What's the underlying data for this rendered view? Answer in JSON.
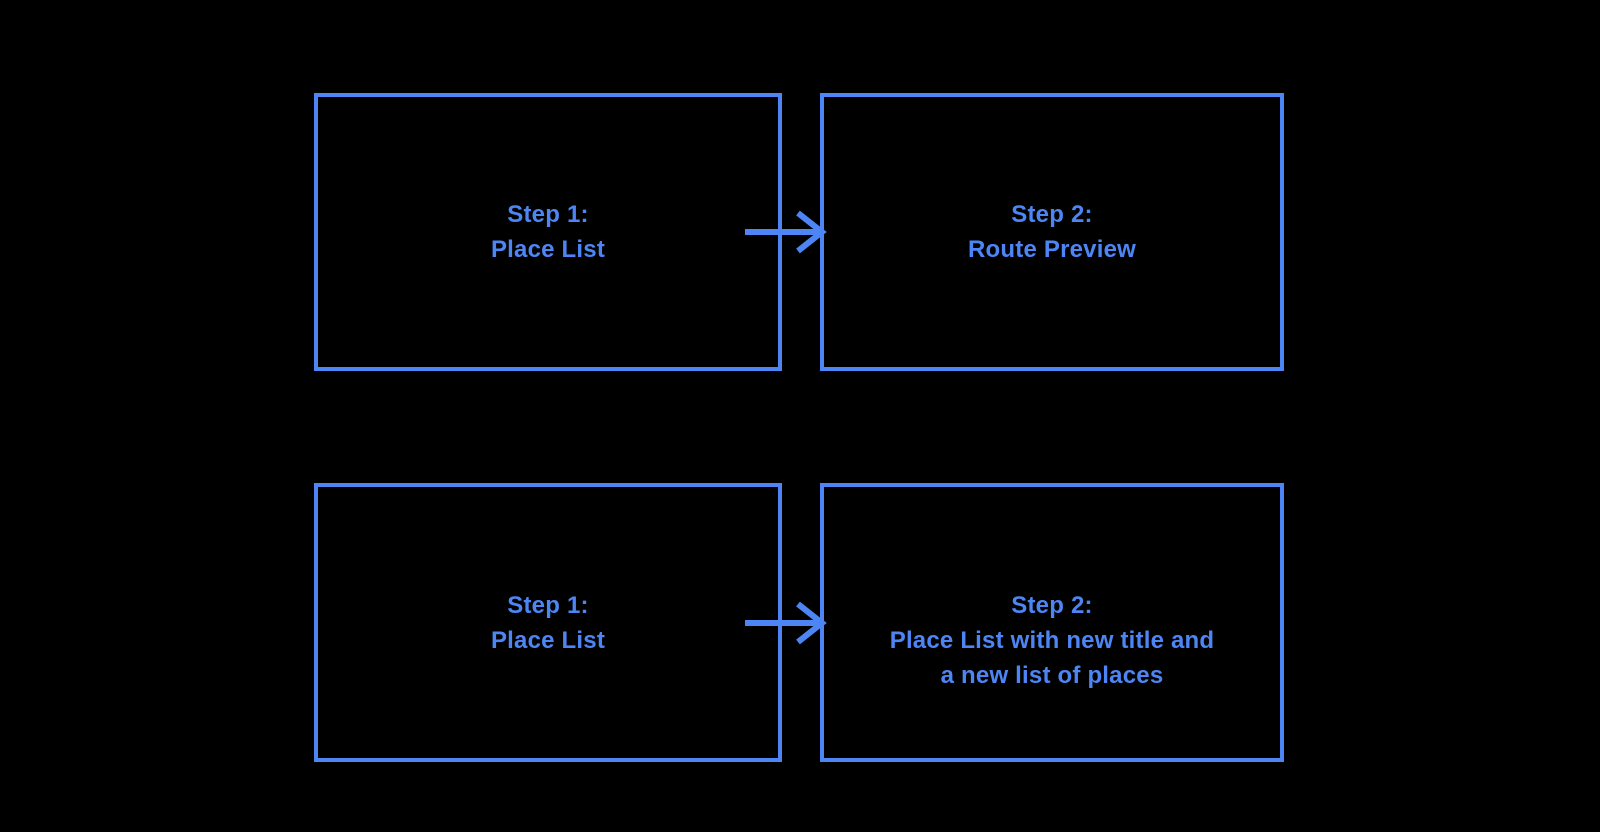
{
  "colors": {
    "accent": "#4d86f4",
    "bg": "#000000"
  },
  "diagram": {
    "boxes": [
      {
        "id": "row1-step1",
        "lines": [
          "Step 1:",
          "Place List"
        ]
      },
      {
        "id": "row1-step2",
        "lines": [
          "Step 2:",
          "Route Preview"
        ]
      },
      {
        "id": "row2-step1",
        "lines": [
          "Step 1:",
          "Place List"
        ]
      },
      {
        "id": "row2-step2",
        "lines": [
          "Step 2:",
          "Place List with new title and",
          "a new list of places"
        ]
      }
    ],
    "arrows": [
      {
        "from": "row1-step1",
        "to": "row1-step2",
        "direction": "right"
      },
      {
        "from": "row2-step1",
        "to": "row2-step2",
        "direction": "right"
      }
    ]
  }
}
